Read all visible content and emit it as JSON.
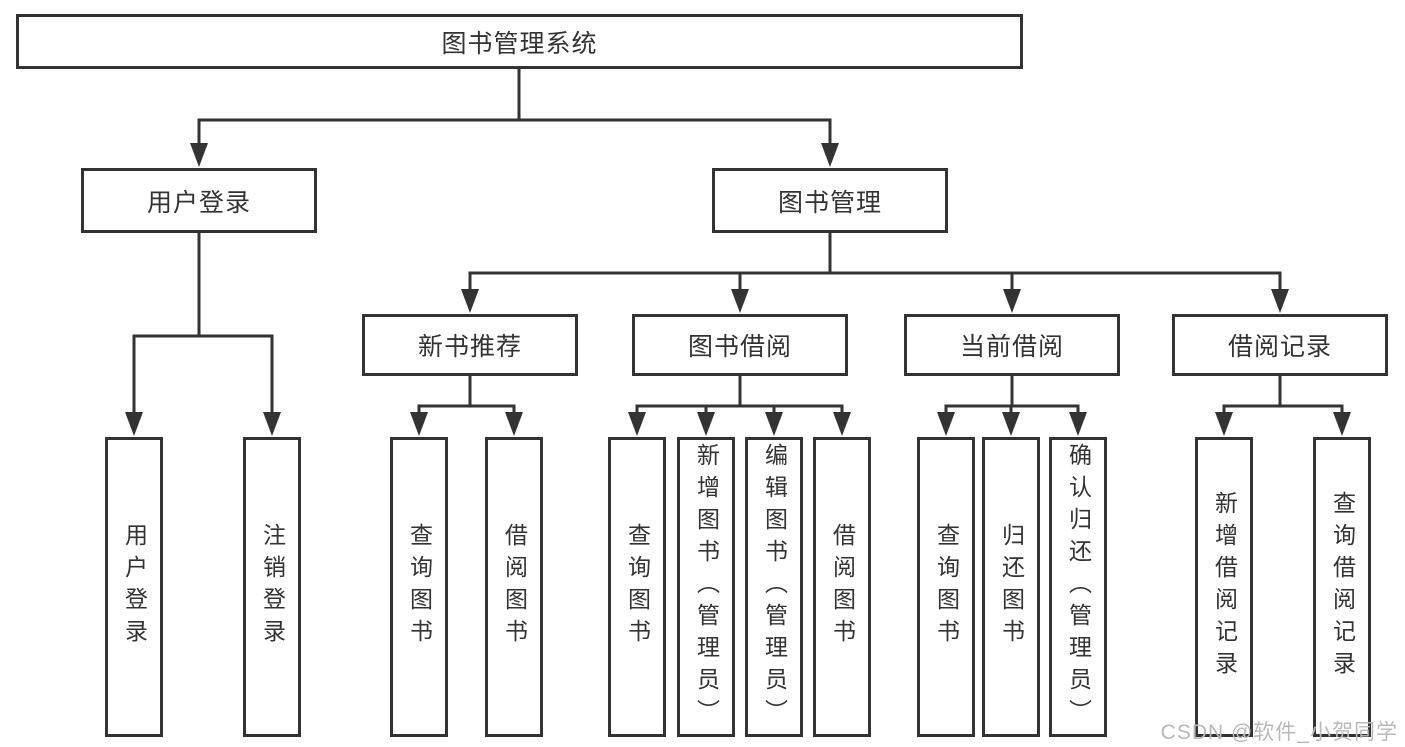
{
  "diagram": {
    "type": "hierarchy",
    "colors": {
      "line": "#333333",
      "box_border": "#333333",
      "text": "#333333",
      "background": "#ffffff",
      "watermark_text": "#b9b9b9"
    },
    "tree": {
      "label": "图书管理系统",
      "children": [
        {
          "label": "用户登录",
          "children": [
            {
              "label": "用户登录"
            },
            {
              "label": "注销登录"
            }
          ]
        },
        {
          "label": "图书管理",
          "children": [
            {
              "label": "新书推荐",
              "children": [
                {
                  "label": "查询图书"
                },
                {
                  "label": "借阅图书"
                }
              ]
            },
            {
              "label": "图书借阅",
              "children": [
                {
                  "label": "查询图书"
                },
                {
                  "label": "新增图书（管理员）"
                },
                {
                  "label": "编辑图书（管理员）"
                },
                {
                  "label": "借阅图书"
                }
              ]
            },
            {
              "label": "当前借阅",
              "children": [
                {
                  "label": "查询图书"
                },
                {
                  "label": "归还图书"
                },
                {
                  "label": "确认归还（管理员）"
                }
              ]
            },
            {
              "label": "借阅记录",
              "children": [
                {
                  "label": "新增借阅记录"
                },
                {
                  "label": "查询借阅记录"
                }
              ]
            }
          ]
        }
      ]
    },
    "watermark": "CSDN @软件_小贺同学"
  }
}
